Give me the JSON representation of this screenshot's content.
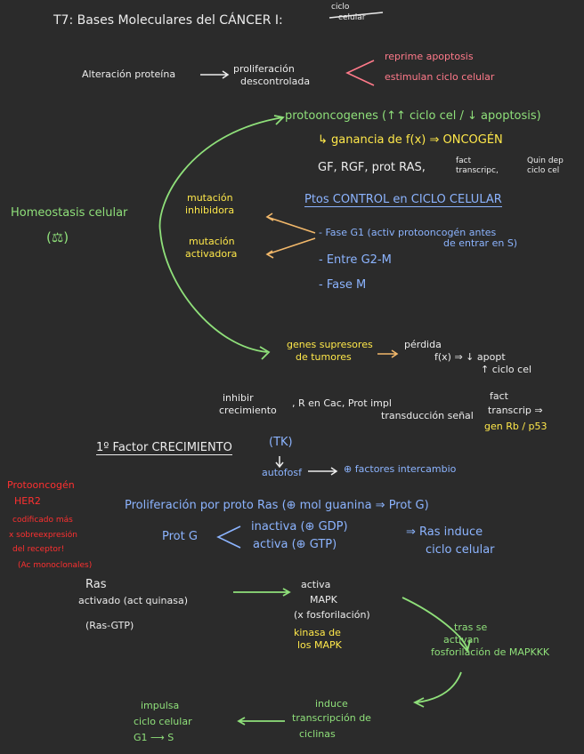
{
  "title": {
    "main": "T7: Bases Moleculares del CÁNCER I:",
    "sub1": "ciclo",
    "sub2": "celular"
  },
  "row1": {
    "left": "Alteración proteína",
    "mid1": "proliferación",
    "mid2": "descontrolada",
    "r1": "reprime apoptosis",
    "r2": "estimulan ciclo celular"
  },
  "homeo": {
    "label": "Homeostasis celular",
    "scale": "(⚖)"
  },
  "proto": {
    "head": "protooncogenes (↑↑ ciclo cel / ↓ apoptosis)",
    "gain": "↳ ganancia de f(x) ⇒ ONCOGÉN",
    "list": "GF, RGF, prot RAS,",
    "fact1": "fact",
    "fact2": "transcripc,",
    "quin1": "Quin dep",
    "quin2": "ciclo cel"
  },
  "mut": {
    "inh1": "mutación",
    "inh2": "inhibidora",
    "act1": "mutación",
    "act2": "activadora"
  },
  "control": {
    "head": "Ptos CONTROL en CICLO CELULAR",
    "g1a": "- Fase G1 (activ protooncogén antes",
    "g1b": "de entrar en S)",
    "g2m": "- Entre G2-M",
    "m": "- Fase M"
  },
  "genes": {
    "l1": "genes supresores",
    "l2": "de tumores",
    "loss1": "pérdida",
    "loss2": "f(x) ⇒ ↓ apopt",
    "loss3": "↑ ciclo cel"
  },
  "inhib": {
    "a1": "inhibir",
    "a2": "crecimiento",
    "b": ", R en Cac, Prot impl",
    "c": "transducción señal",
    "d1": "fact",
    "d2": "transcrip ⇒",
    "d3": "gen Rb / p53"
  },
  "factor": {
    "head": "1º Factor CRECIMIENTO",
    "tk": "(TK)",
    "auto": "autofosf",
    "inter": "⊕ factores intercambio"
  },
  "red": {
    "l1": "Protooncogén",
    "l2": "HER2",
    "l3": "codificado más",
    "l4": "x sobreexpresión",
    "l5": "del receptor!",
    "l6": "(Ac monoclonales)"
  },
  "ras": {
    "prolif": "Proliferación por proto Ras (⊕ mol guanina ⇒ Prot G)",
    "protg": "Prot G",
    "inact": "inactiva (⊕ GDP)",
    "activ": "activa (⊕ GTP)",
    "induce1": "⇒ Ras induce",
    "induce2": "ciclo celular"
  },
  "cascade": {
    "r1": "Ras",
    "r2": "activado (act quinasa)",
    "r3": "(Ras-GTP)",
    "m1": "activa",
    "m2": "MAPK",
    "m3": "(x fosforilación)",
    "m4": "kinasa de",
    "m5": "los MAPK",
    "k1": "tras se",
    "k2": "activan",
    "k3": "fosforilación de MAPKKK",
    "t1": "induce",
    "t2": "transcripción de",
    "t3": "ciclinas",
    "i1": "impulsa",
    "i2": "ciclo celular",
    "i3": "G1 ⟶ S"
  }
}
